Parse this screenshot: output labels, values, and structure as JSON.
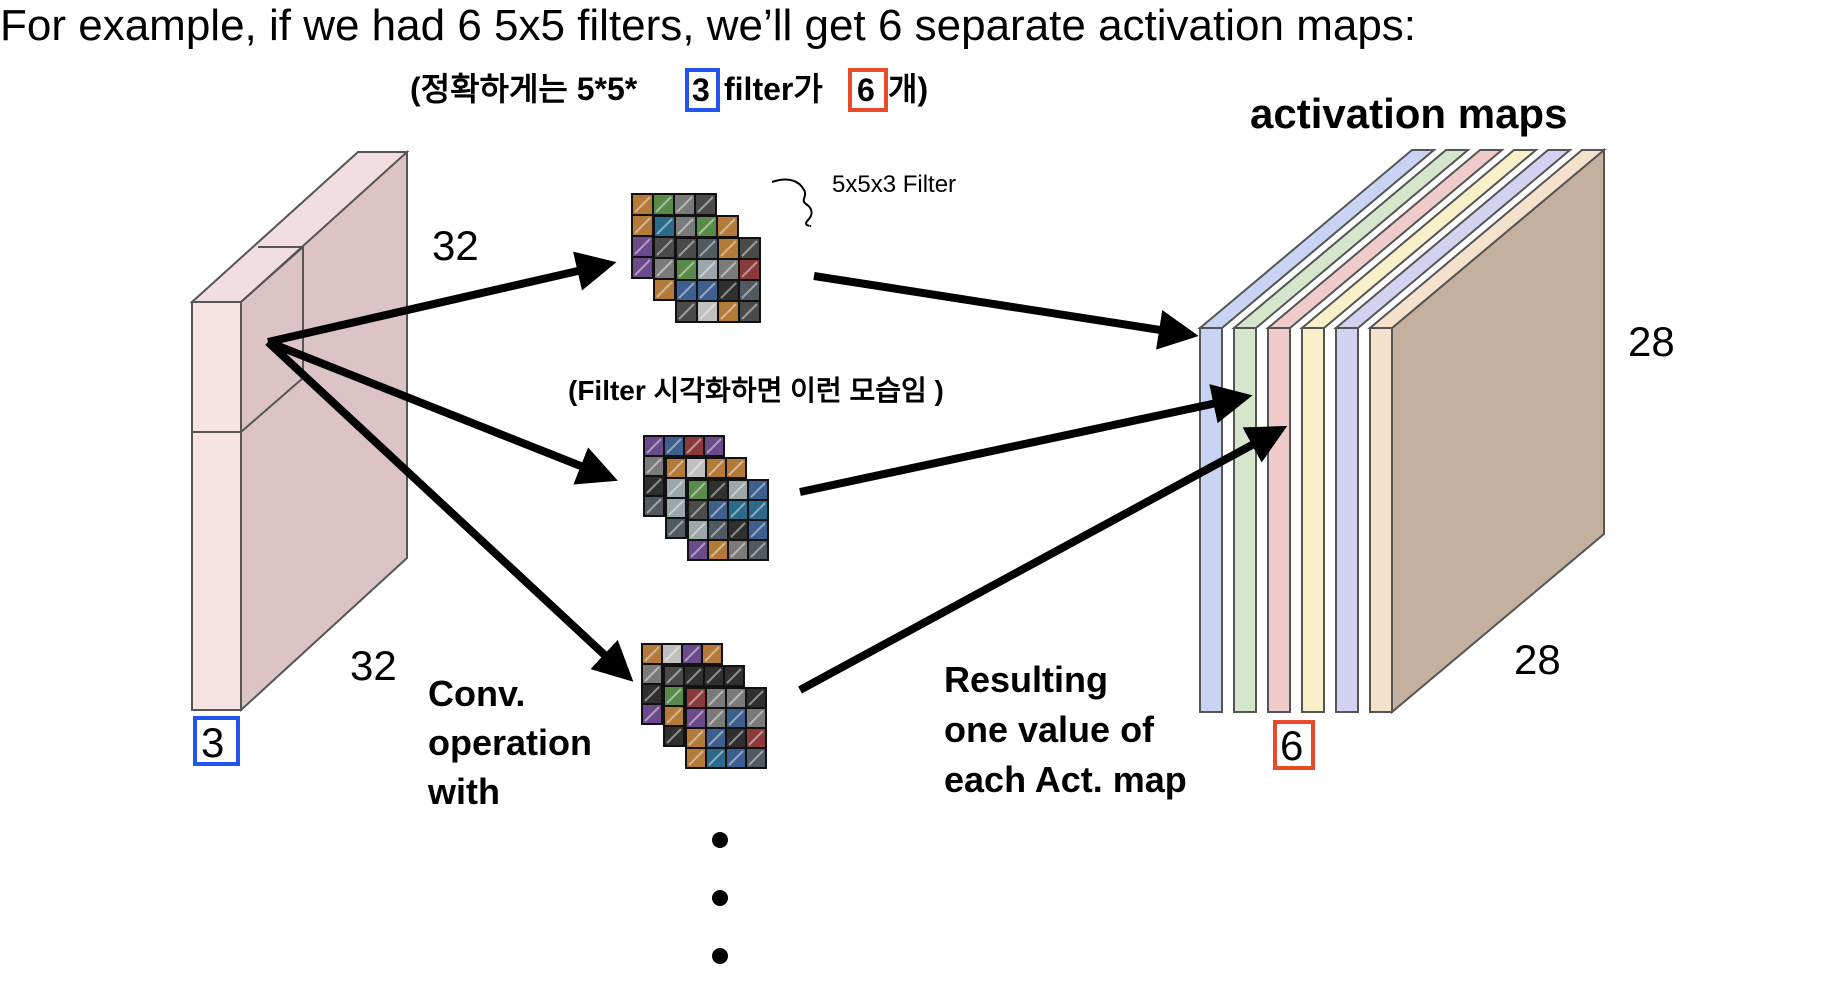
{
  "header": {
    "title": "For example, if we had 6 5x5 filters, we’ll get 6 separate activation maps:",
    "note_prefix": "(정확하게는 5*5*",
    "note_channels": "3",
    "note_middle": "filter가",
    "note_count": "6",
    "note_suffix": "개)"
  },
  "input_volume": {
    "width_label": "32",
    "height_label": "32",
    "depth_label": "3"
  },
  "filters": {
    "filter_annotation": "5x5x3 Filter",
    "visualization_note": "(Filter 시각화하면 이런 모습임 )",
    "ellipsis_dots": 3
  },
  "conv_label": [
    "Conv.",
    "operation",
    "with"
  ],
  "result_label": [
    "Resulting",
    "one value of",
    "each Act. map"
  ],
  "activation_maps": {
    "title": "activation maps",
    "height_label": "28",
    "width_label": "28",
    "count_label": "6",
    "slice_colors": [
      "#c9d3f3",
      "#d5e6cc",
      "#efcbcb",
      "#f7f0c8",
      "#d3d2f0",
      "#f5e2cc"
    ],
    "back_face_color": "#c4b09e"
  },
  "colors": {
    "input_front": "#f7e2e4",
    "input_side": "#dcc4c6",
    "input_top": "#f2dee0",
    "blue_box": "#2255ee",
    "red_box": "#e84a2a",
    "arrow": "#000000"
  }
}
